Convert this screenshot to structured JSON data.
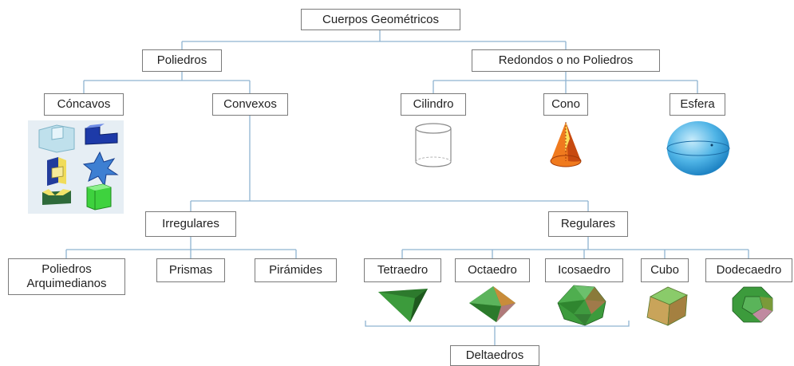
{
  "nodes": {
    "root": "Cuerpos Geométricos",
    "poliedros": "Poliedros",
    "redondos": "Redondos o no Poliedros",
    "concavos": "Cóncavos",
    "convexos": "Convexos",
    "cilindro": "Cilindro",
    "cono": "Cono",
    "esfera": "Esfera",
    "irregulares": "Irregulares",
    "regulares": "Regulares",
    "arquimedianos_line1": "Poliedros",
    "arquimedianos_line2": "Arquimedianos",
    "prismas": "Prismas",
    "piramides": "Pirámides",
    "tetraedro": "Tetraedro",
    "octaedro": "Octaedro",
    "icosaedro": "Icosaedro",
    "cubo": "Cubo",
    "dodecaedro": "Dodecaedro",
    "deltaedros": "Deltaedros"
  },
  "colors": {
    "connector": "#8fb3d1",
    "box_border": "#7a7a7a",
    "concave_panel": "#e6eef4",
    "solid_green": "#3c9b3c",
    "cone_orange": "#f07a1e",
    "sphere_blue": "#4fb4e6"
  }
}
